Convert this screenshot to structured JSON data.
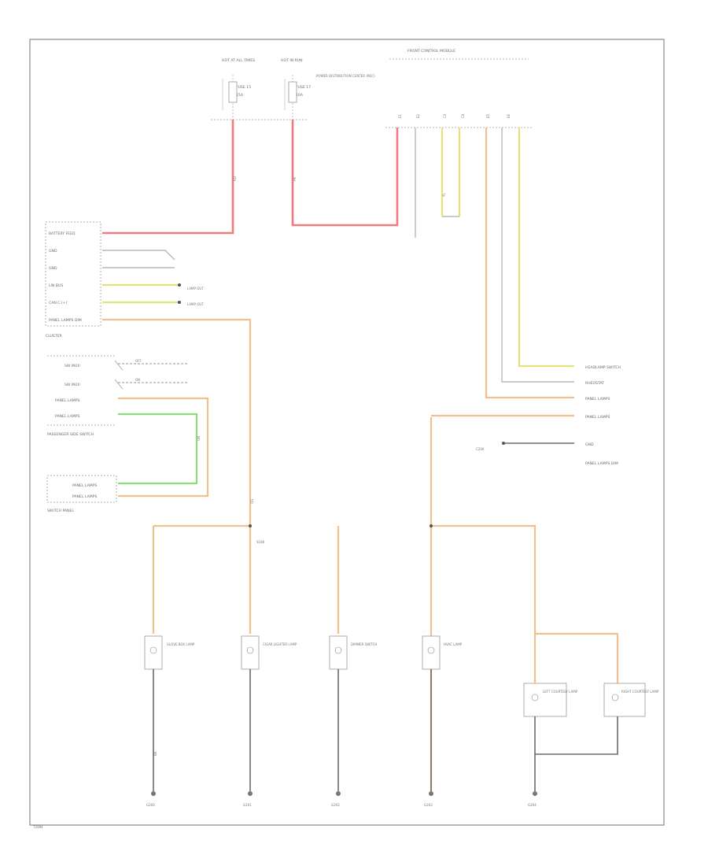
{
  "diagram": {
    "figure_id": "72894",
    "top_fuses": {
      "fuse_a": {
        "header": "HOT AT ALL TIMES",
        "rating": "15A",
        "name": "FUSE 15"
      },
      "fuse_b": {
        "header": "HOT IN RUN",
        "rating": "10A",
        "name": "FUSE 17",
        "side_note": "POWER DISTRIBUTION CENTER (PDC)"
      }
    },
    "ecm_connector": {
      "header": "FRONT CONTROL MODULE",
      "pins": [
        "E1",
        "E2",
        "C3",
        "C4",
        "E5",
        "E6"
      ]
    },
    "left_module": {
      "name": "CLUSTER",
      "pins": [
        "BATTERY FEED",
        "GND",
        "GND",
        "LIN BUS",
        "CAN C (+)",
        "PANEL LAMPS DIM"
      ],
      "side_labels": [
        "LAMP OUT",
        "LAMP OUT"
      ]
    },
    "switch_module": {
      "name": "PASSENGER SIDE SWITCH",
      "pins": [
        "SW MUX",
        "SW MUX",
        "PANEL LAMPS",
        "PANEL LAMPS"
      ],
      "side_labels": [
        "OFF",
        "ON"
      ]
    },
    "lower_module": {
      "name": "SWITCH PANEL",
      "pins": [
        "PANEL LAMPS",
        "PANEL LAMPS"
      ]
    },
    "right_labels": [
      "HEADLAMP SWITCH",
      "RHEOSTAT",
      "PANEL LAMPS",
      "PANEL LAMPS",
      "GND",
      "PANEL LAMPS DIM"
    ],
    "connector_note": "C200",
    "splice_note": "S180",
    "lamps": [
      {
        "name": "GLOVE BOX LAMP"
      },
      {
        "name": "CIGAR LIGHTER LAMP"
      },
      {
        "name": "DIMMER SWITCH"
      },
      {
        "name": "HVAC LAMP"
      },
      {
        "name": "LEFT COURTESY LAMP"
      },
      {
        "name": "RIGHT COURTESY LAMP"
      }
    ],
    "grounds": [
      "G200",
      "G201",
      "G202",
      "G203",
      "G204"
    ],
    "wire_codes": [
      "RD",
      "PK",
      "OG",
      "BK",
      "YL",
      "GN"
    ]
  }
}
